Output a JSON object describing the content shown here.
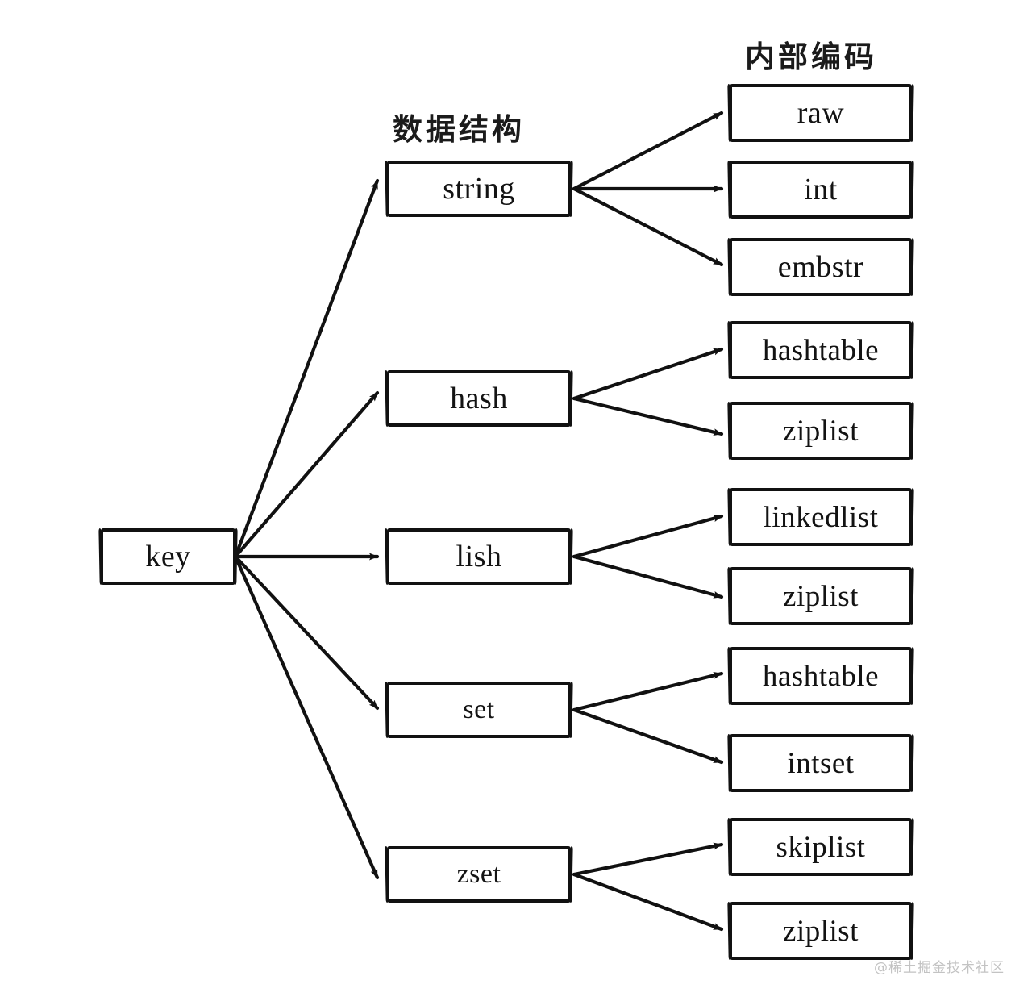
{
  "diagram": {
    "title_data_structure": "数据结构",
    "title_internal_encoding": "内部编码",
    "watermark": "@稀土掘金技术社区",
    "stroke_color": "#111111",
    "background_color": "#ffffff",
    "root": {
      "label": "key"
    },
    "structures": [
      {
        "label": "string"
      },
      {
        "label": "hash"
      },
      {
        "label": "lish"
      },
      {
        "label": "set"
      },
      {
        "label": "zset"
      }
    ],
    "encodings": [
      {
        "label": "raw"
      },
      {
        "label": "int"
      },
      {
        "label": "embstr"
      },
      {
        "label": "hashtable"
      },
      {
        "label": "ziplist"
      },
      {
        "label": "linkedlist"
      },
      {
        "label": "ziplist"
      },
      {
        "label": "hashtable"
      },
      {
        "label": "intset"
      },
      {
        "label": "skiplist"
      },
      {
        "label": "ziplist"
      }
    ],
    "mapping": [
      {
        "structure": "string",
        "encodings": [
          "raw",
          "int",
          "embstr"
        ]
      },
      {
        "structure": "hash",
        "encodings": [
          "hashtable",
          "ziplist"
        ]
      },
      {
        "structure": "lish",
        "encodings": [
          "linkedlist",
          "ziplist"
        ]
      },
      {
        "structure": "set",
        "encodings": [
          "hashtable",
          "intset"
        ]
      },
      {
        "structure": "zset",
        "encodings": [
          "skiplist",
          "ziplist"
        ]
      }
    ]
  }
}
